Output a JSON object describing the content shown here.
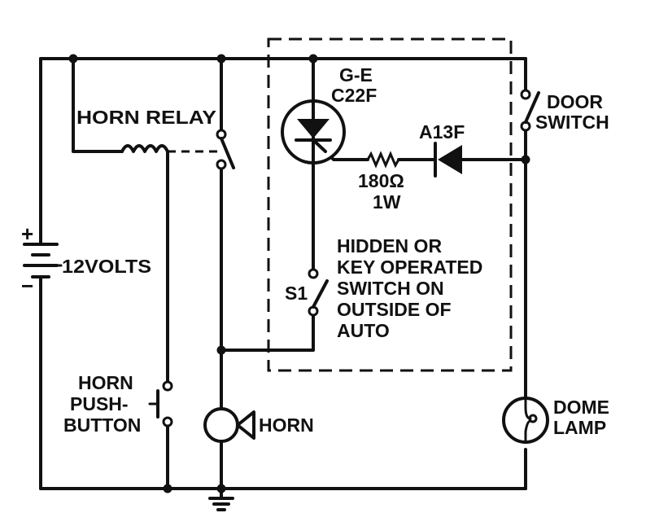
{
  "battery": {
    "plus": "+",
    "minus": "−",
    "label": "12VOLTS"
  },
  "relay": {
    "label": "HORN RELAY"
  },
  "scr": {
    "line1": "G-E",
    "line2": "C22F"
  },
  "diode": {
    "label": "A13F"
  },
  "resistor": {
    "line1": "180Ω",
    "line2": "1W"
  },
  "door_switch": {
    "line1": "DOOR",
    "line2": "SWITCH"
  },
  "s1": {
    "label": "S1"
  },
  "hidden_switch": {
    "lines": [
      "HIDDEN OR",
      "KEY OPERATED",
      "SWITCH ON",
      "OUTSIDE OF",
      "AUTO"
    ]
  },
  "pushbutton": {
    "lines": [
      "HORN",
      "PUSH-",
      "BUTTON"
    ]
  },
  "horn": {
    "label": "HORN"
  },
  "dome_lamp": {
    "line1": "DOME",
    "line2": "LAMP"
  }
}
